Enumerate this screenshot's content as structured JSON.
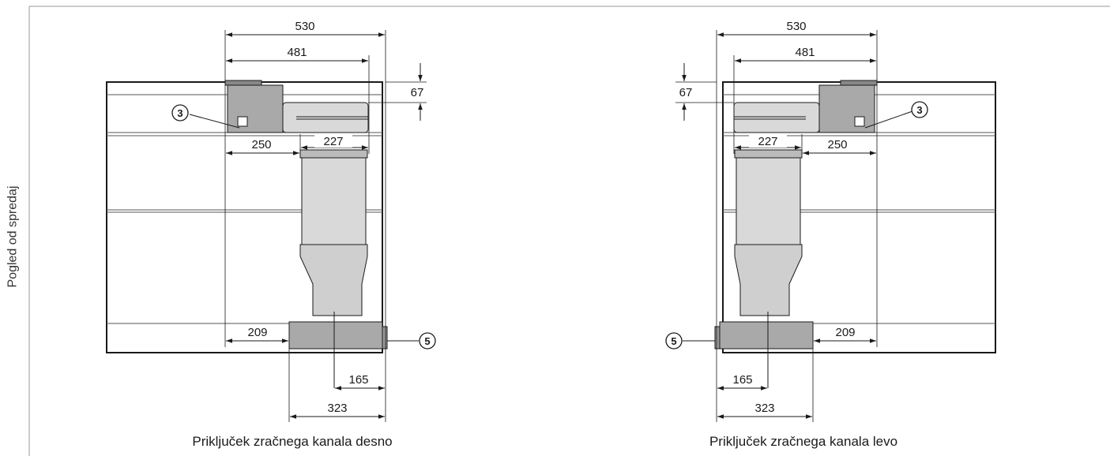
{
  "side_label": "Pogled od spredaj",
  "diagrams": [
    {
      "caption": "Priključek zračnega kanala desno",
      "dims": {
        "d530": "530",
        "d481": "481",
        "d67": "67",
        "d250": "250",
        "d227": "227",
        "d209": "209",
        "d165": "165",
        "d323": "323"
      },
      "callouts": {
        "c3": "3",
        "c5": "5"
      }
    },
    {
      "caption": "Priključek zračnega kanala levo",
      "dims": {
        "d530": "530",
        "d481": "481",
        "d67": "67",
        "d250": "250",
        "d227": "227",
        "d209": "209",
        "d165": "165",
        "d323": "323"
      },
      "callouts": {
        "c3": "3",
        "c5": "5"
      }
    }
  ],
  "colors": {
    "line": "#1a1a1a",
    "duct_fill": "#d9d9d9",
    "duct_dark": "#a9a9a9",
    "frame": "#9a9a9a"
  }
}
